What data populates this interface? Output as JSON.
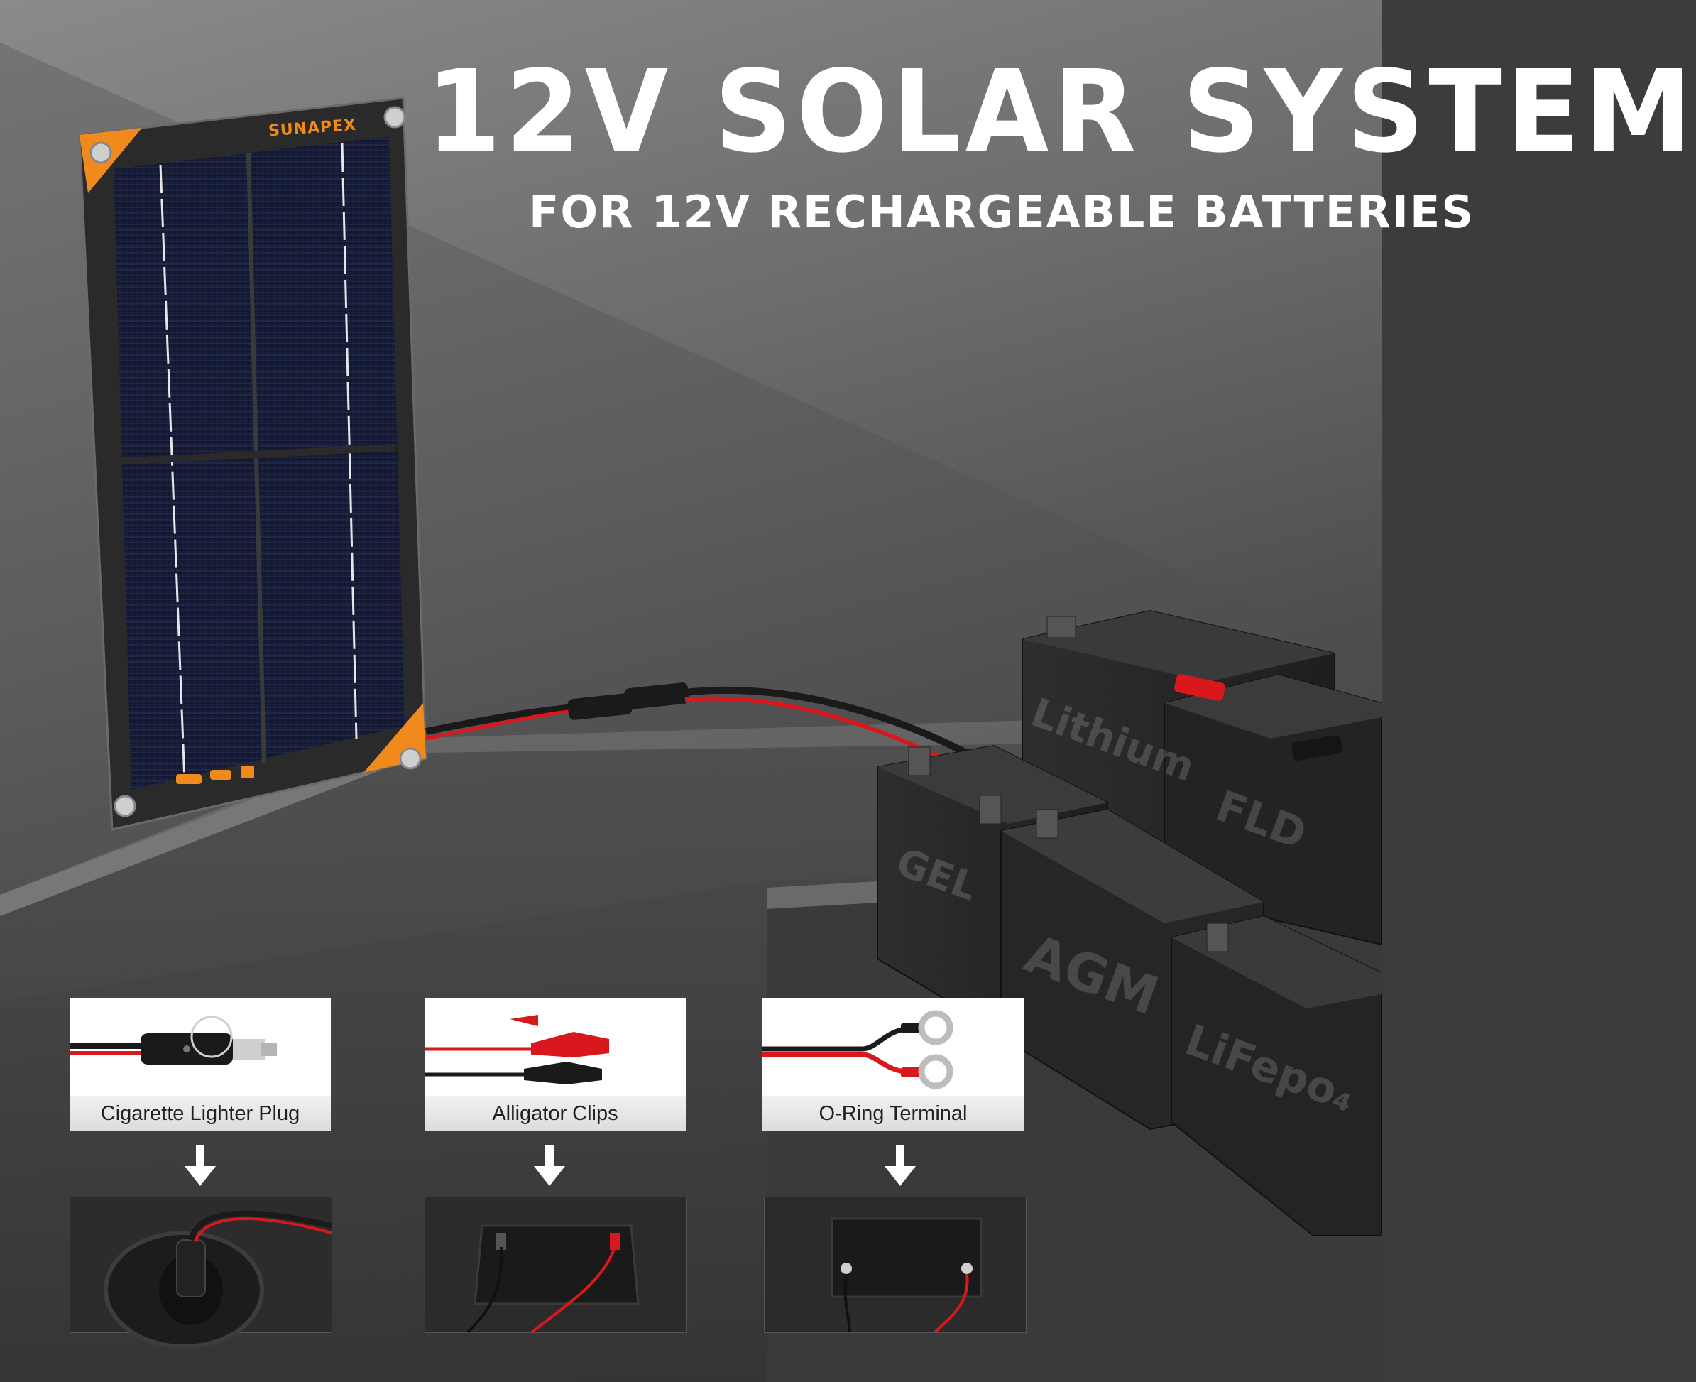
{
  "header": {
    "title": "12V SOLAR SYSTEM",
    "subtitle": "FOR 12V RECHARGEABLE BATTERIES"
  },
  "panel": {
    "brand": "SUNAPEX"
  },
  "batteries": {
    "gel": "GEL",
    "agm": "AGM",
    "lithium": "Lithium",
    "fld": "FLD",
    "lifepo4": "LiFepo₄"
  },
  "connectors": [
    {
      "label": "Cigarette Lighter Plug",
      "icon": "cigarette-lighter-plug-icon"
    },
    {
      "label": "Alligator Clips",
      "icon": "alligator-clips-icon"
    },
    {
      "label": "O-Ring Terminal",
      "icon": "o-ring-terminal-icon"
    }
  ],
  "colors": {
    "accent_orange": "#f08a1c",
    "cable_red": "#d8181c",
    "cable_black": "#1a1a1a",
    "text_white": "#ffffff"
  }
}
